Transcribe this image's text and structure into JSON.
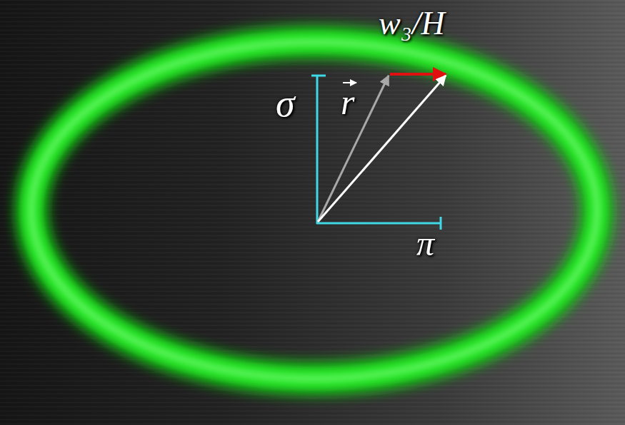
{
  "diagram": {
    "labels": [
      "w₃/H",
      "σ",
      "r",
      "π"
    ]
  }
}
